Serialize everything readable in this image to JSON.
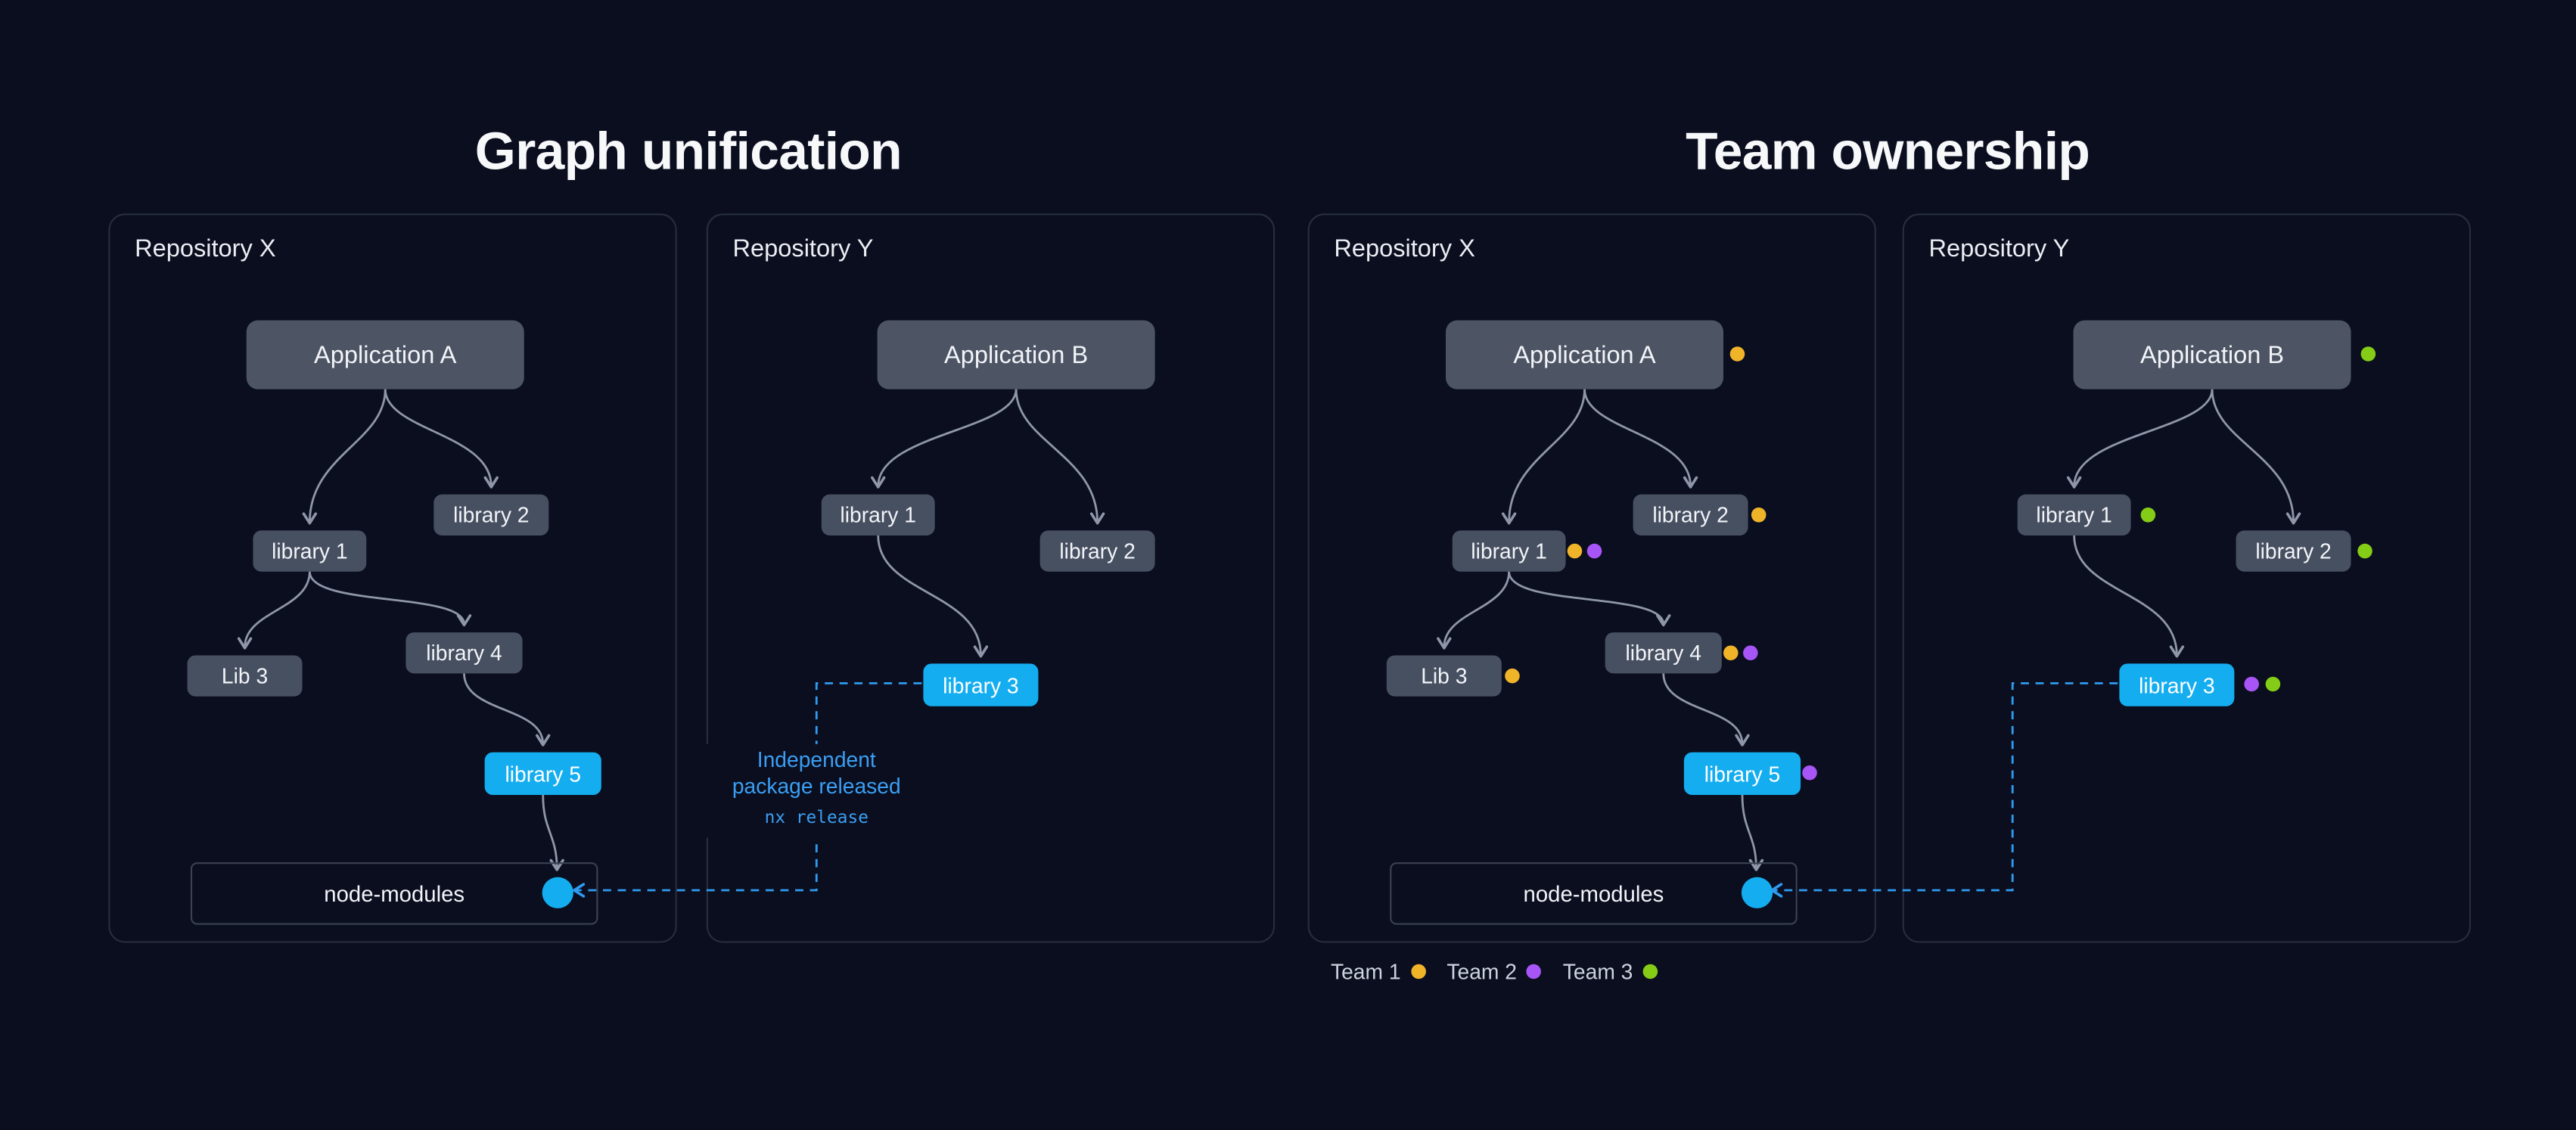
{
  "titles": {
    "graph_unification": "Graph unification",
    "team_ownership": "Team ownership"
  },
  "panels": {
    "gu_x": {
      "title": "Repository X",
      "app": "Application A",
      "lib1": "library 1",
      "lib2": "library 2",
      "lib3": "Lib 3",
      "lib4": "library 4",
      "lib5": "library 5",
      "node_modules": "node-modules"
    },
    "gu_y": {
      "title": "Repository Y",
      "app": "Application B",
      "lib1": "library 1",
      "lib2": "library 2",
      "lib3": "library 3"
    },
    "to_x": {
      "title": "Repository X",
      "app": "Application A",
      "lib1": "library 1",
      "lib2": "library 2",
      "lib3": "Lib 3",
      "lib4": "library 4",
      "lib5": "library 5",
      "node_modules": "node-modules"
    },
    "to_y": {
      "title": "Repository Y",
      "app": "Application B",
      "lib1": "library 1",
      "lib2": "library 2",
      "lib3": "library 3"
    }
  },
  "annotation": {
    "line1": "Independent",
    "line2": "package released",
    "code": "nx release"
  },
  "legend": [
    {
      "label": "Team 1",
      "color": "#f0b429"
    },
    {
      "label": "Team 2",
      "color": "#a855f7"
    },
    {
      "label": "Team 3",
      "color": "#84cc16"
    }
  ],
  "colors": {
    "background": "#0a0e1f",
    "highlight": "#14adf0",
    "dashed_line": "#2f9bf0",
    "edge": "#8e96a8",
    "node_fill": "#475061",
    "team1": "#f0b429",
    "team2": "#a855f7",
    "team3": "#84cc16"
  }
}
